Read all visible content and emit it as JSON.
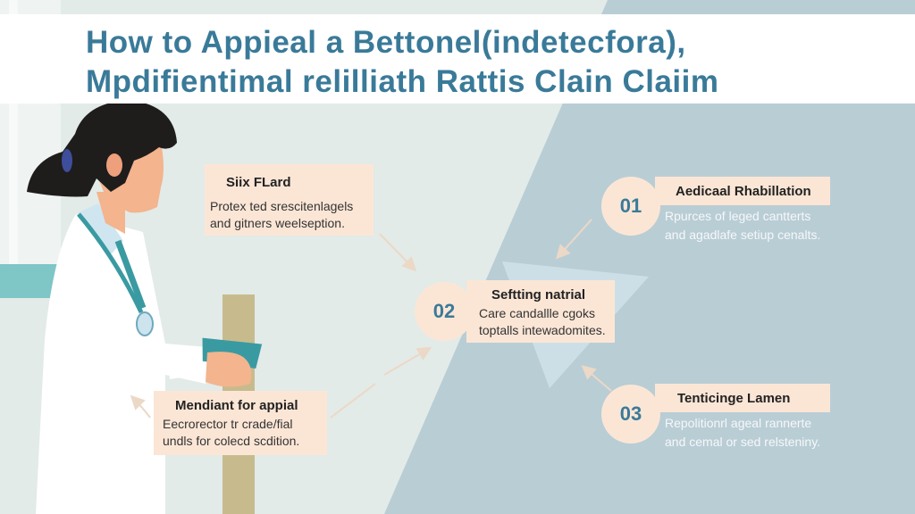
{
  "header": {
    "title_line1": "How to Appieal a Bettonel(indetecfora),",
    "title_line2": "Mpdifientimal relilliath Rattis Clain Claiim"
  },
  "left_cards": [
    {
      "title": "Siix FLard",
      "body_line1": "Protex ted srescitenlagels",
      "body_line2": "and gitners weelseption."
    },
    {
      "title": "Mendiant for appial",
      "body_line1": "Eecrorector tr crade/fial",
      "body_line2": "undls for colecd scdition."
    }
  ],
  "steps": [
    {
      "number": "01",
      "title": "Aedicaal Rhabillation",
      "body_line1": "Rpurces of leged cantterts",
      "body_line2": "and agadlafe setiup cenalts."
    },
    {
      "number": "02",
      "title": "Seftting natrial",
      "body_line1": "Care candallle cgoks",
      "body_line2": "toptalls intewadomites."
    },
    {
      "number": "03",
      "title": "Tenticinge Lamen",
      "body_line1": "Repolitionrl ageal rannerte",
      "body_line2": "and cemal or sed relsteniny."
    }
  ],
  "colors": {
    "title": "#3a7a99",
    "card_bg": "#fbe6d6",
    "bg_light": "#e2ebe8",
    "bg_dark": "#b9cdd5",
    "accent_teal": "#3a9aa2"
  }
}
